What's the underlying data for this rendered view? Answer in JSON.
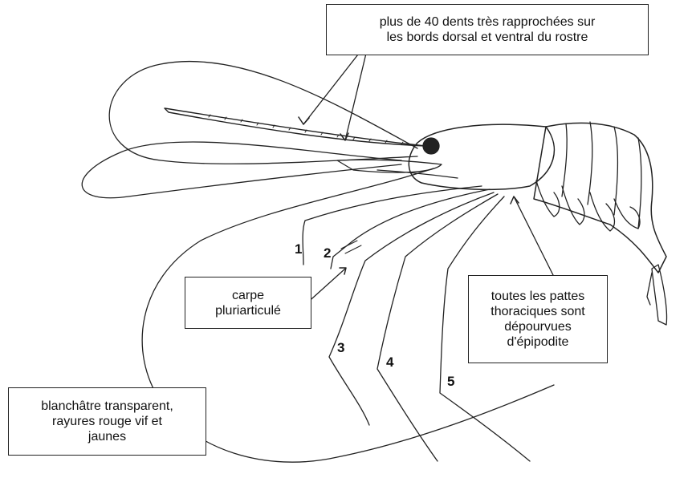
{
  "callouts": {
    "rostrum_teeth": {
      "line1": "plus de 40 dents très rapprochées sur",
      "line2": "les bords dorsal et ventral du rostre"
    },
    "carpus": {
      "line1": "carpe",
      "line2": "pluriarticulé"
    },
    "thoracic_legs": {
      "line1": "toutes les pattes",
      "line2": "thoraciques sont",
      "line3": "dépourvues",
      "line4": "d'épipodite"
    },
    "coloration": {
      "line1": "blanchâtre transparent,",
      "line2": "rayures rouge vif et",
      "line3": "jaunes"
    }
  },
  "leg_numbers": [
    "1",
    "2",
    "3",
    "4",
    "5"
  ],
  "colors": {
    "ink": "#222222",
    "background": "#ffffff"
  }
}
